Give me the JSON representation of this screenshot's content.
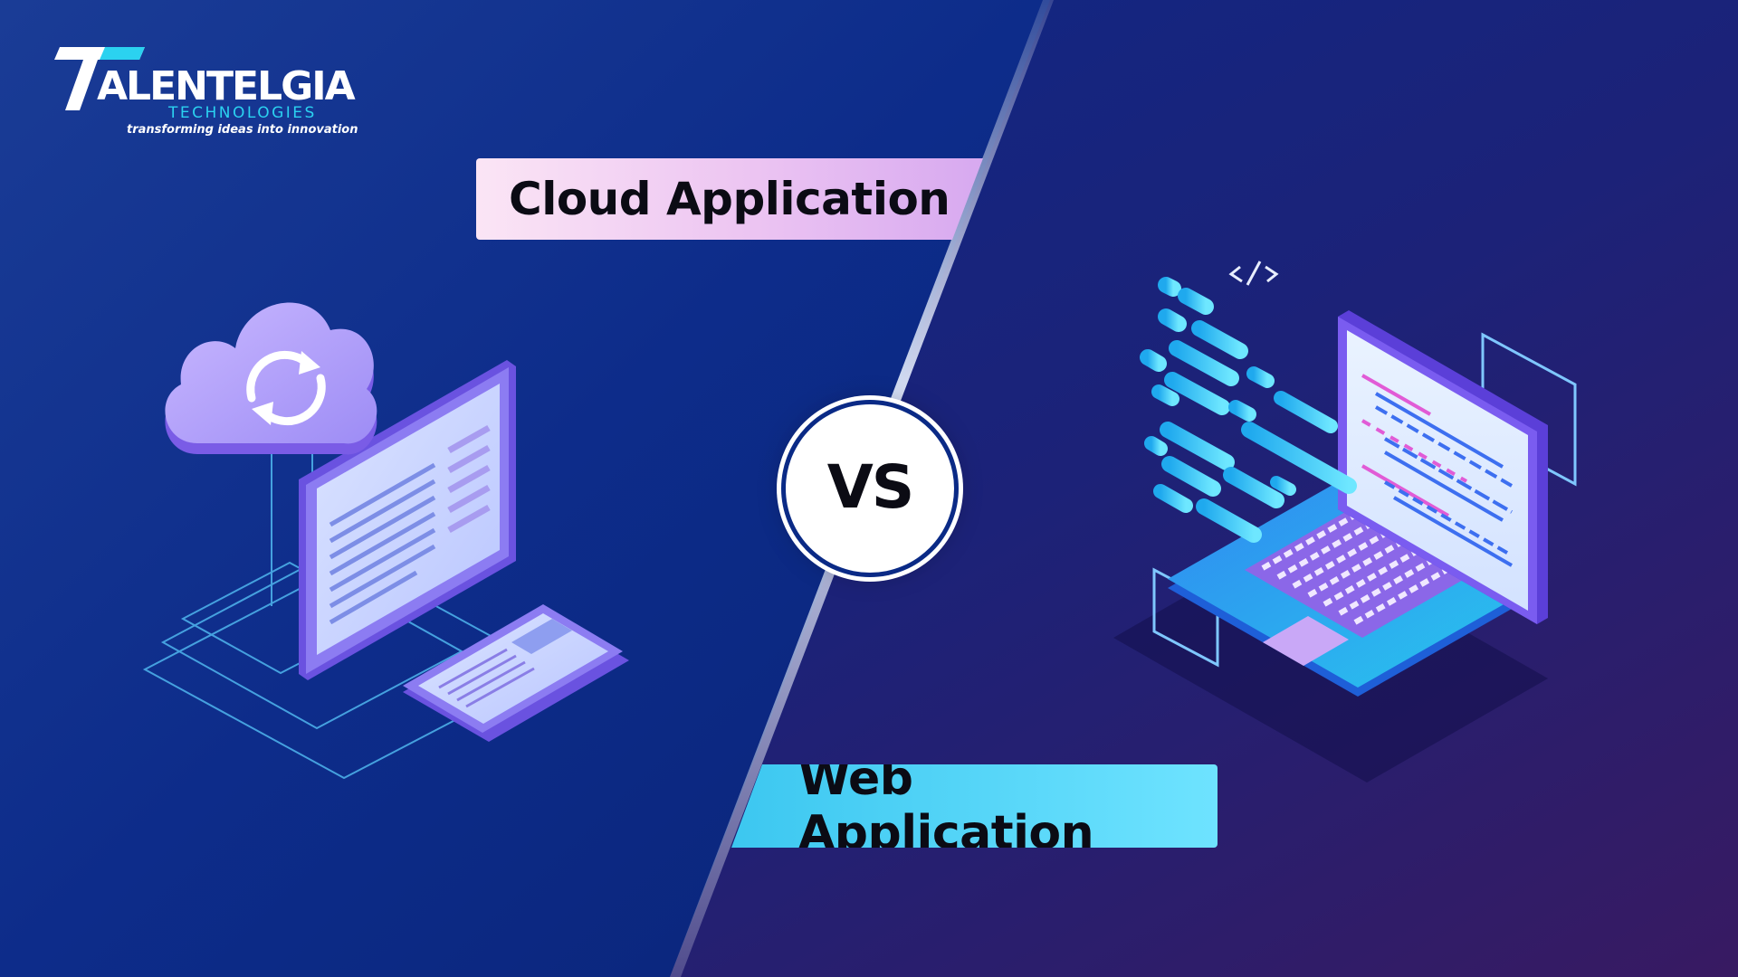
{
  "brand": {
    "name": "ALENTELGIA",
    "subtitle": "TECHNOLOGIES",
    "tagline": "transforming ideas into innovation"
  },
  "labels": {
    "left": "Cloud Application",
    "vs": "VS",
    "right": "Web Application"
  },
  "icons": {
    "logo": "talentelgia-t-logo",
    "cloud": "cloud-sync-icon",
    "devices": "tablet-and-phone-icon",
    "laptop": "laptop-code-icon",
    "code": "code-brackets-icon"
  },
  "colors": {
    "bg_left": "#0f2f8f",
    "bg_right": "#2a1b6e",
    "accent_cyan": "#2bd2f0",
    "accent_purple": "#8a63ea",
    "label_cloud": "#ecc4f2",
    "label_web": "#56d6f8"
  }
}
